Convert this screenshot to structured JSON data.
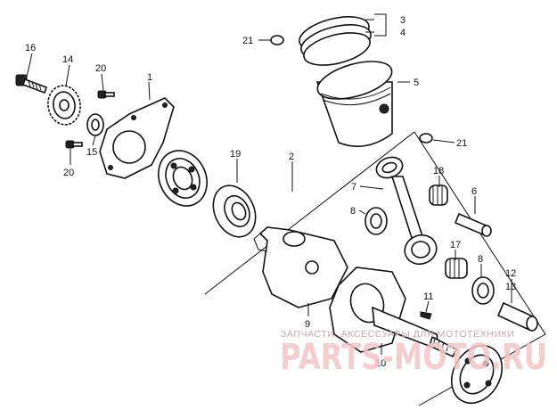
{
  "callouts": [
    {
      "id": "1",
      "text": "1"
    },
    {
      "id": "2",
      "text": "2"
    },
    {
      "id": "3",
      "text": "3"
    },
    {
      "id": "4",
      "text": "4"
    },
    {
      "id": "5",
      "text": "5"
    },
    {
      "id": "6",
      "text": "6"
    },
    {
      "id": "7",
      "text": "7"
    },
    {
      "id": "8a",
      "text": "8"
    },
    {
      "id": "8b",
      "text": "8"
    },
    {
      "id": "9",
      "text": "9"
    },
    {
      "id": "10",
      "text": "10"
    },
    {
      "id": "11",
      "text": "11"
    },
    {
      "id": "12",
      "text": "12"
    },
    {
      "id": "13",
      "text": "13"
    },
    {
      "id": "14",
      "text": "14"
    },
    {
      "id": "15",
      "text": "15"
    },
    {
      "id": "16",
      "text": "16"
    },
    {
      "id": "17",
      "text": "17"
    },
    {
      "id": "18",
      "text": "18"
    },
    {
      "id": "19",
      "text": "19"
    },
    {
      "id": "20a",
      "text": "20"
    },
    {
      "id": "20b",
      "text": "20"
    },
    {
      "id": "21a",
      "text": "21"
    },
    {
      "id": "21b",
      "text": "21"
    }
  ],
  "watermark": {
    "small": "ЗАПЧАСТИ, АКСЕССУАРЫ ДЛЯ МОТОТЕХНИКИ",
    "big": "PARTS-MOTO.RU"
  }
}
